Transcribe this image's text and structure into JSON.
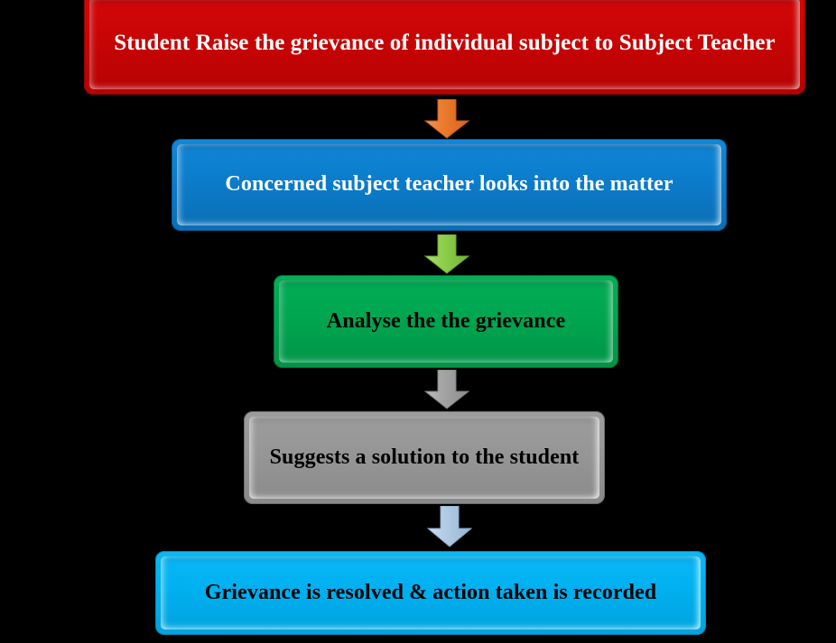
{
  "diagram": {
    "title": "Student Grievance Redressal Flowchart",
    "background_color": "#000000",
    "orientation": "top-to-bottom"
  },
  "nodes": [
    {
      "id": "node-1",
      "name": "student-raises-grievance",
      "label": "Student Raise the grievance of individual subject to Subject Teacher",
      "fill_color": "#CC0505",
      "text_color": "#FFFFFF",
      "shape": "rounded-rectangle",
      "step": 1
    },
    {
      "id": "node-2",
      "name": "teacher-looks-into-matter",
      "label": "Concerned subject teacher looks into the matter",
      "fill_color": "#0B7CCB",
      "text_color": "#FFFFFF",
      "shape": "rounded-rectangle",
      "step": 2
    },
    {
      "id": "node-3",
      "name": "analyse-grievance",
      "label": "Analyse the the grievance",
      "fill_color": "#00A650",
      "text_color": "#000000",
      "shape": "rounded-rectangle",
      "step": 3
    },
    {
      "id": "node-4",
      "name": "suggest-solution",
      "label": "Suggests a solution to the student",
      "fill_color": "#969696",
      "text_color": "#000000",
      "shape": "rounded-rectangle",
      "step": 4
    },
    {
      "id": "node-5",
      "name": "grievance-resolved",
      "label": "Grievance is resolved & action taken is recorded",
      "fill_color": "#00B0F0",
      "text_color": "#000000",
      "shape": "rounded-rectangle",
      "step": 5
    }
  ],
  "connectors": [
    {
      "id": "arrow-1",
      "name": "arrow-step1-to-step2",
      "icon": "down-arrow-icon",
      "color": "#ED7D31",
      "from": "node-1",
      "to": "node-2"
    },
    {
      "id": "arrow-2",
      "name": "arrow-step2-to-step3",
      "icon": "down-arrow-icon",
      "color": "#92D050",
      "from": "node-2",
      "to": "node-3"
    },
    {
      "id": "arrow-3",
      "name": "arrow-step3-to-step4",
      "icon": "down-arrow-icon",
      "color": "#A6A6A6",
      "from": "node-3",
      "to": "node-4"
    },
    {
      "id": "arrow-4",
      "name": "arrow-step4-to-step5",
      "icon": "down-arrow-icon",
      "color": "#B4CDE4",
      "from": "node-4",
      "to": "node-5"
    }
  ]
}
